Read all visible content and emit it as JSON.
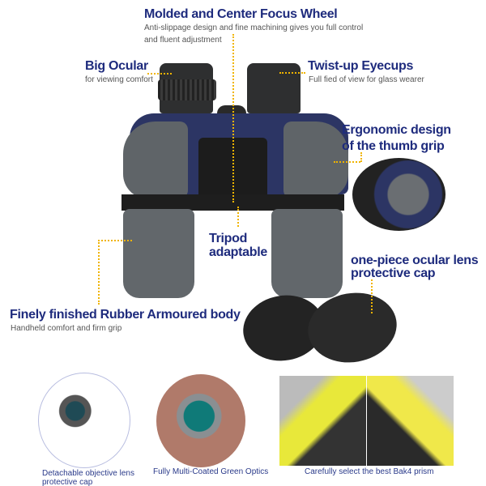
{
  "features": {
    "focus_wheel": {
      "title": "Molded and Center Focus Wheel",
      "desc_line1": "Anti-slippage design and fine machining gives you full control",
      "desc_line2": "and fluent adjustment"
    },
    "big_ocular": {
      "title": "Big Ocular",
      "desc": "for viewing comfort"
    },
    "eyecups": {
      "title": "Twist-up Eyecups",
      "desc": "Full fied of view for glass wearer"
    },
    "thumb_grip": {
      "title_line1": "Ergonomic design",
      "title_line2": "of the thumb grip"
    },
    "tripod": {
      "title_line1": "Tripod",
      "title_line2": "adaptable"
    },
    "ocular_cap": {
      "title_line1": "one-piece ocular lens",
      "title_line2": "protective cap"
    },
    "body": {
      "title": "Finely finished Rubber Armoured body",
      "desc": "Handheld comfort and firm grip"
    }
  },
  "gallery": [
    {
      "caption_line1": "Detachable objective lens",
      "caption_line2": "protective cap"
    },
    {
      "caption_line1": "Fully Multi-Coated Green Optics"
    },
    {
      "caption_line1": "Carefully select the best Bak4 prism"
    }
  ],
  "colors": {
    "heading": "#1e2b7d",
    "leader": "#f0b400",
    "body_gray": "#5f6468",
    "bridge_navy": "#2c3564"
  }
}
